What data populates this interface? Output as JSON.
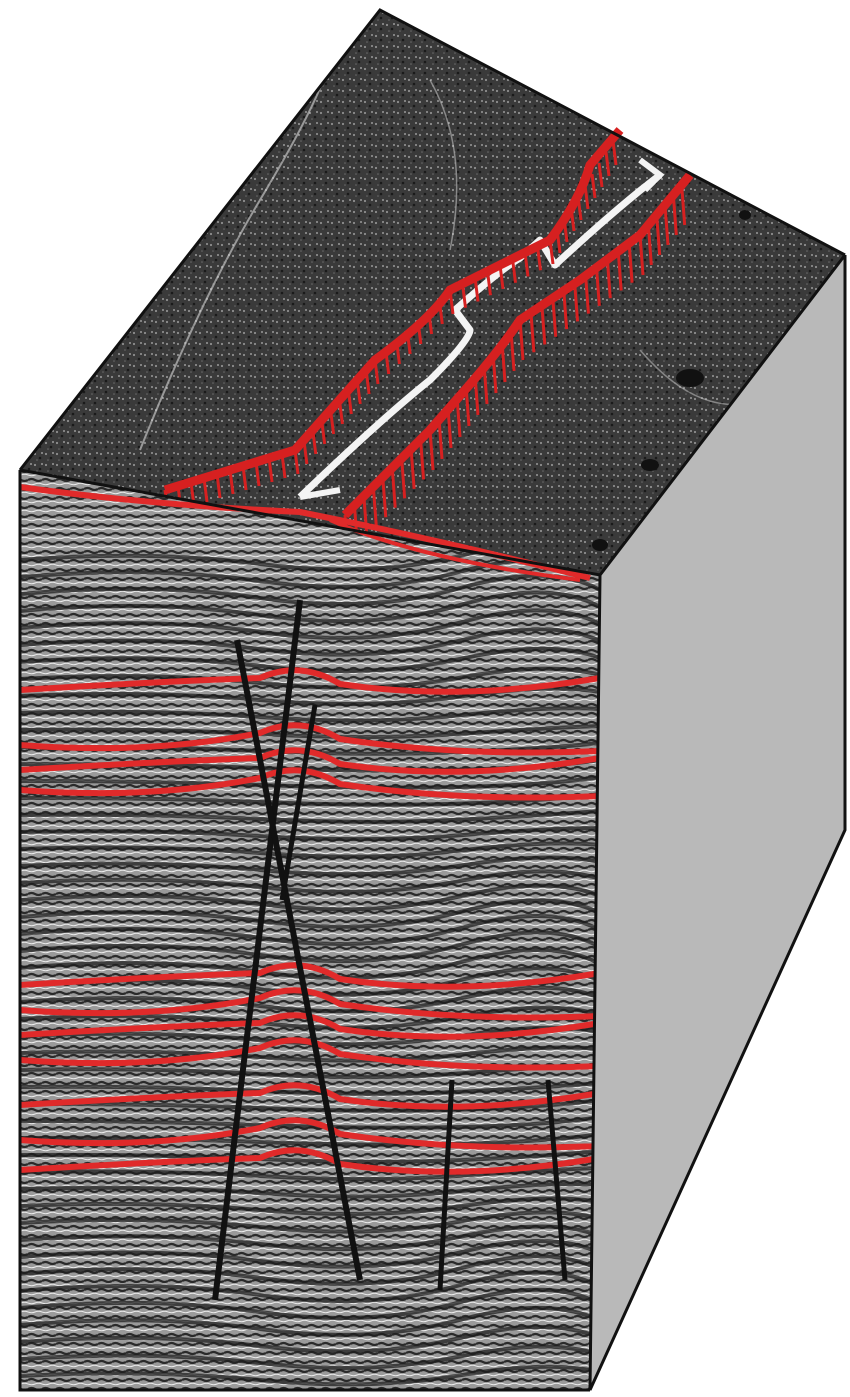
{
  "colors": {
    "background": "#ffffff",
    "outline": "#111111",
    "side_face": "#b9b9b9",
    "top_face": "#3e3e3e",
    "front_face": "#8a8a8a",
    "reflector": "#1e1e1e",
    "horizon": "#e02a2a",
    "surface_fault": "#d62020",
    "lineament": "#f4f4f4",
    "fault_line": "#111111"
  },
  "icons": {
    "block": "block-diagram-icon",
    "fault_hachure": "fault-hachure-icon"
  },
  "features": {
    "front_face": "seismic-section",
    "top_face": "surface-map",
    "side_face": "blank-face",
    "horizon_count": 11,
    "fault_count": 4,
    "surface_fault_count": 2,
    "labels_visible": false
  }
}
